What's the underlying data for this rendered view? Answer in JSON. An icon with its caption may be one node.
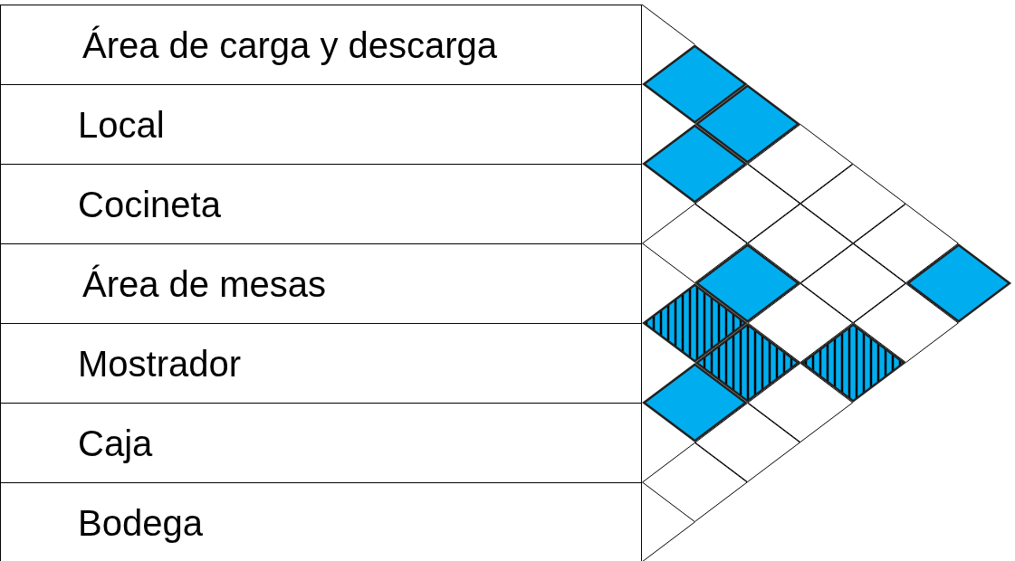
{
  "diagram": {
    "nodes": [
      {
        "text": [
          "Área de carga y descarga"
        ]
      },
      {
        "text": [
          "Local"
        ]
      },
      {
        "text": [
          "Cocineta"
        ]
      },
      {
        "text": [
          "Área de mesas"
        ]
      },
      {
        "text": [
          "Mostrador"
        ]
      },
      {
        "text": [
          "Caja"
        ]
      },
      {
        "text": [
          "Bodega"
        ]
      },
      {
        "text": [],
        "shape": "diamond"
      },
      {
        "text": [],
        "shape": "diamond"
      },
      {
        "text": [],
        "shape": "diamond"
      },
      {
        "text": [],
        "shape": "diamond"
      },
      {
        "text": [],
        "shape": "diamond"
      },
      {
        "text": [],
        "shape": "diamond"
      },
      {
        "text": [],
        "shape": "diamond"
      },
      {
        "text": [],
        "shape": "diamond"
      },
      {
        "text": [],
        "shape": "diamond"
      },
      {
        "text": [],
        "shape": "diamond"
      },
      {
        "text": [],
        "shape": "diamond"
      },
      {
        "text": [],
        "shape": "diamond"
      },
      {
        "text": [],
        "shape": "diamond"
      },
      {
        "text": [],
        "shape": "diamond"
      },
      {
        "text": [],
        "shape": "diamond"
      },
      {
        "text": [],
        "shape": "diamond"
      },
      {
        "text": [],
        "shape": "diamond"
      },
      {
        "text": [],
        "shape": "diamond"
      },
      {
        "text": [],
        "shape": "diamond"
      },
      {
        "text": [],
        "shape": "diamond"
      },
      {
        "text": [],
        "shape": "diamond"
      }
    ]
  }
}
